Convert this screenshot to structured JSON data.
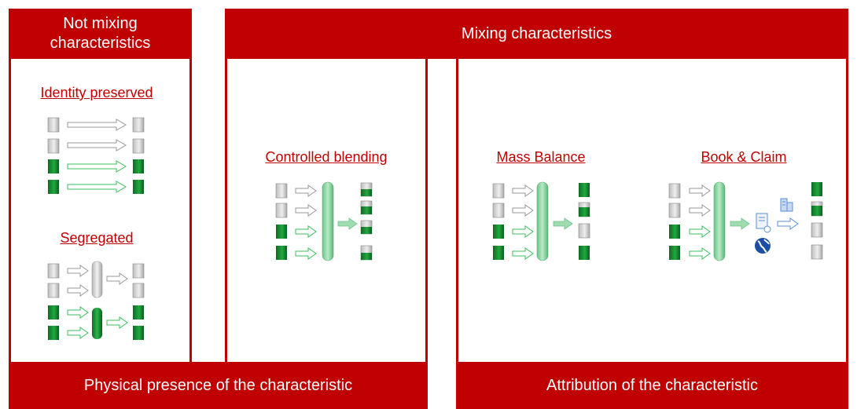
{
  "headers": {
    "not_mixing": "Not mixing characteristics",
    "mixing": "Mixing characteristics",
    "physical": "Physical presence of the characteristic",
    "attribution": "Attribution of the characteristic"
  },
  "models": {
    "identity_preserved": "Identity preserved",
    "segregated": "Segregated",
    "controlled_blending": "Controlled blending",
    "mass_balance": "Mass Balance",
    "book_and_claim": "Book & Claim"
  },
  "colors": {
    "brand_red": "#c00000",
    "green_cube": "#1f9e3a",
    "green_cube_dark": "#0d6b22",
    "grey_cube": "#d9d9d9",
    "grey_cube_dark": "#9a9a9a",
    "blend_tank": "#9fdcb0",
    "link_arrow_blue": "#5b8fd6"
  },
  "icons": [
    "cube-icon",
    "arrow-icon",
    "tank-icon",
    "certificate-icon",
    "globe-icon",
    "building-icon"
  ]
}
